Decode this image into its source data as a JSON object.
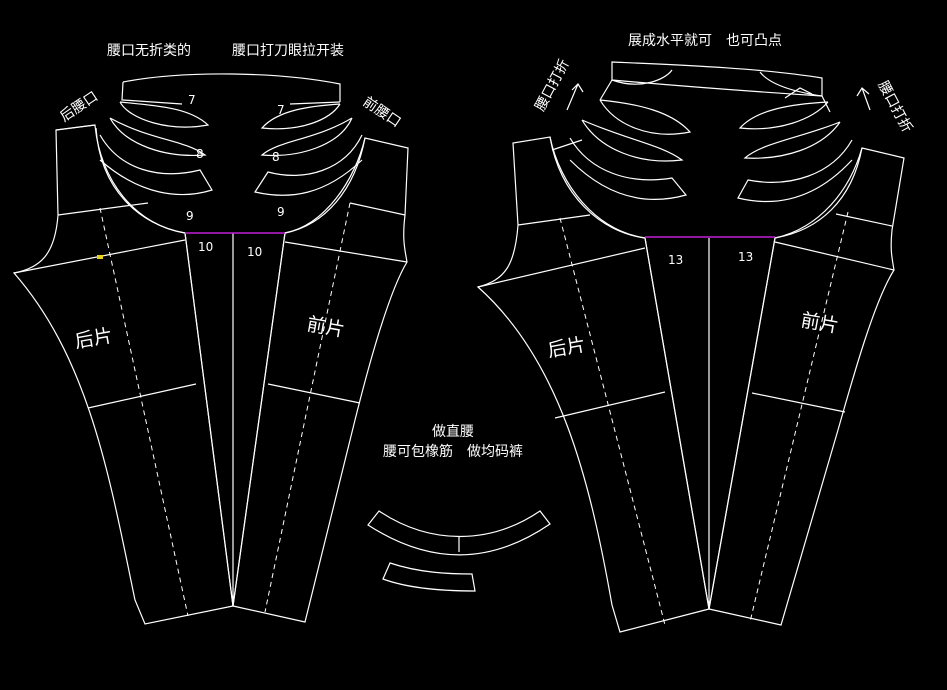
{
  "colors": {
    "background": "#000000",
    "line": "#ffffff",
    "waist_line": "#c21fd6",
    "marker": "#e6d21a"
  },
  "left_diagram": {
    "top_note_1": "腰口无折类的",
    "top_note_2": "腰口打刀眼拉开装",
    "back_waist": "后腰口",
    "front_waist": "前腰口",
    "back_piece": "后片",
    "front_piece": "前片",
    "back_fold_1": "7",
    "back_fold_2": "8",
    "back_fold_3": "9",
    "back_fold_4": "10",
    "front_fold_1": "7",
    "front_fold_2": "8",
    "front_fold_3": "9",
    "front_fold_4": "10"
  },
  "right_diagram": {
    "top_note": "展成水平就可　也可凸点",
    "left_arrow_label": "腰口打折",
    "right_arrow_label": "腰口打折",
    "back_piece": "后片",
    "front_piece": "前片",
    "back_measure": "13",
    "front_measure": "13"
  },
  "center": {
    "line_1": "做直腰",
    "line_2": "腰可包橡筋　做均码裤"
  }
}
